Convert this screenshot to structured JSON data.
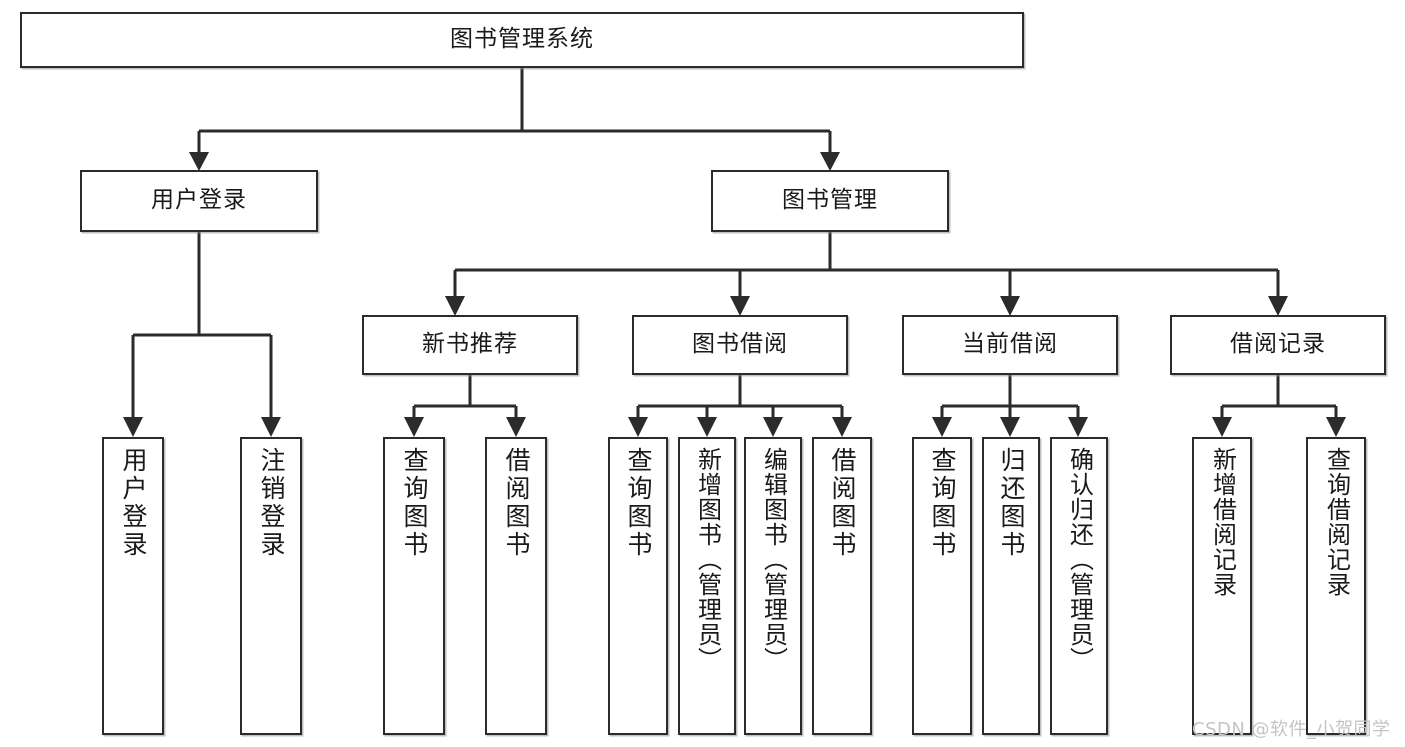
{
  "diagram": {
    "title": "图书管理系统",
    "type": "hierarchy-tree",
    "watermark": "CSDN @软件_小贺同学",
    "colors": {
      "stroke": "#2b2b2b",
      "fill": "#ffffff",
      "text": "#1a1a1a",
      "watermark": "#c4c4c4"
    },
    "root": {
      "label": "图书管理系统"
    },
    "level2": [
      {
        "label": "用户登录"
      },
      {
        "label": "图书管理"
      }
    ],
    "level3": [
      {
        "label": "新书推荐"
      },
      {
        "label": "图书借阅"
      },
      {
        "label": "当前借阅"
      },
      {
        "label": "借阅记录"
      }
    ],
    "leaves": {
      "user_login": [
        {
          "label": "用户登录"
        },
        {
          "label": "注销登录"
        }
      ],
      "new_book_recommend": [
        {
          "label": "查询图书"
        },
        {
          "label": "借阅图书"
        }
      ],
      "book_borrow": [
        {
          "label": "查询图书"
        },
        {
          "label": "新增图书（管理员）"
        },
        {
          "label": "编辑图书（管理员）"
        },
        {
          "label": "借阅图书"
        }
      ],
      "current_borrow": [
        {
          "label": "查询图书"
        },
        {
          "label": "归还图书"
        },
        {
          "label": "确认归还（管理员）"
        }
      ],
      "borrow_record": [
        {
          "label": "新增借阅记录"
        },
        {
          "label": "查询借阅记录"
        }
      ]
    }
  }
}
